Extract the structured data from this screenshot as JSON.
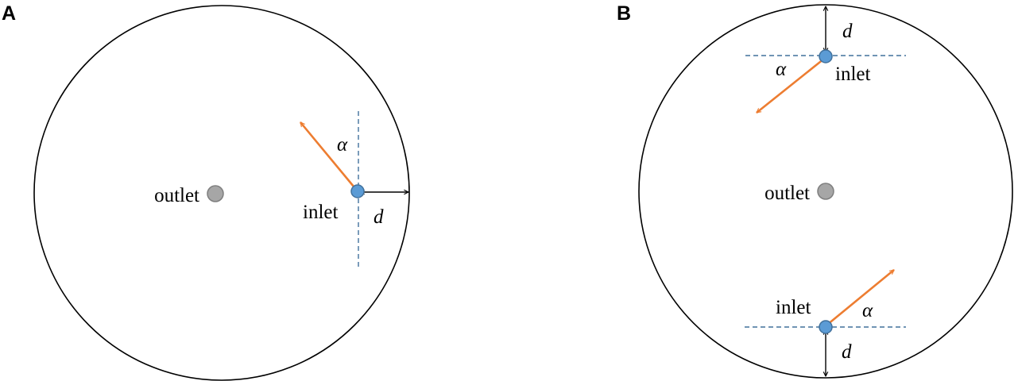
{
  "panels": [
    {
      "label": "A",
      "outlet_label": "outlet",
      "inlets": [
        {
          "label": "inlet",
          "angle_symbol": "α",
          "distance_symbol": "d"
        }
      ]
    },
    {
      "label": "B",
      "outlet_label": "outlet",
      "inlets": [
        {
          "label": "inlet",
          "angle_symbol": "α",
          "distance_symbol": "d"
        },
        {
          "label": "inlet",
          "angle_symbol": "α",
          "distance_symbol": "d"
        }
      ]
    }
  ],
  "colors": {
    "chamber_outline": "#000000",
    "outlet": "#a6a6a6",
    "inlet": "#5b9bd5",
    "inlet_direction_arrow": "#ed7d31",
    "reference_line": "#41719c",
    "distance_arrow": "#000000"
  }
}
